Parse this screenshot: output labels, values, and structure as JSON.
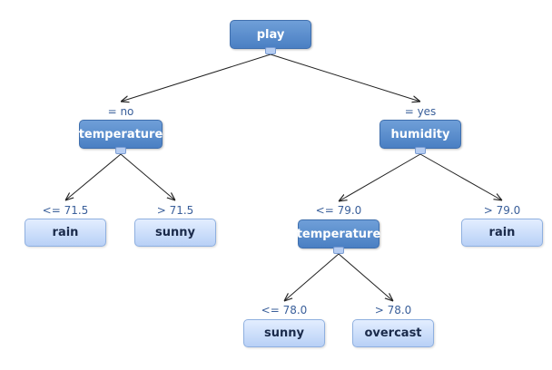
{
  "tree": {
    "nodes": [
      {
        "id": "play",
        "label": "play",
        "kind": "internal"
      },
      {
        "id": "temperature-1",
        "label": "temperature",
        "kind": "internal"
      },
      {
        "id": "humidity",
        "label": "humidity",
        "kind": "internal"
      },
      {
        "id": "rain-1",
        "label": "rain",
        "kind": "leaf"
      },
      {
        "id": "sunny-1",
        "label": "sunny",
        "kind": "leaf"
      },
      {
        "id": "temperature-2",
        "label": "temperature",
        "kind": "internal"
      },
      {
        "id": "rain-2",
        "label": "rain",
        "kind": "leaf"
      },
      {
        "id": "sunny-2",
        "label": "sunny",
        "kind": "leaf"
      },
      {
        "id": "overcast",
        "label": "overcast",
        "kind": "leaf"
      }
    ],
    "edges": [
      {
        "from": "play",
        "to": "temperature-1",
        "label": "= no"
      },
      {
        "from": "play",
        "to": "humidity",
        "label": "= yes"
      },
      {
        "from": "temperature-1",
        "to": "rain-1",
        "label": "<= 71.5"
      },
      {
        "from": "temperature-1",
        "to": "sunny-1",
        "label": "> 71.5"
      },
      {
        "from": "humidity",
        "to": "temperature-2",
        "label": "<= 79.0"
      },
      {
        "from": "humidity",
        "to": "rain-2",
        "label": "> 79.0"
      },
      {
        "from": "temperature-2",
        "to": "sunny-2",
        "label": "<= 78.0"
      },
      {
        "from": "temperature-2",
        "to": "overcast",
        "label": "> 78.0"
      }
    ]
  },
  "colors": {
    "internal_fill": "#4a7fc3",
    "leaf_fill": "#c9dbf8",
    "edge_stroke": "#222222",
    "edge_label": "#3a5f9a"
  }
}
